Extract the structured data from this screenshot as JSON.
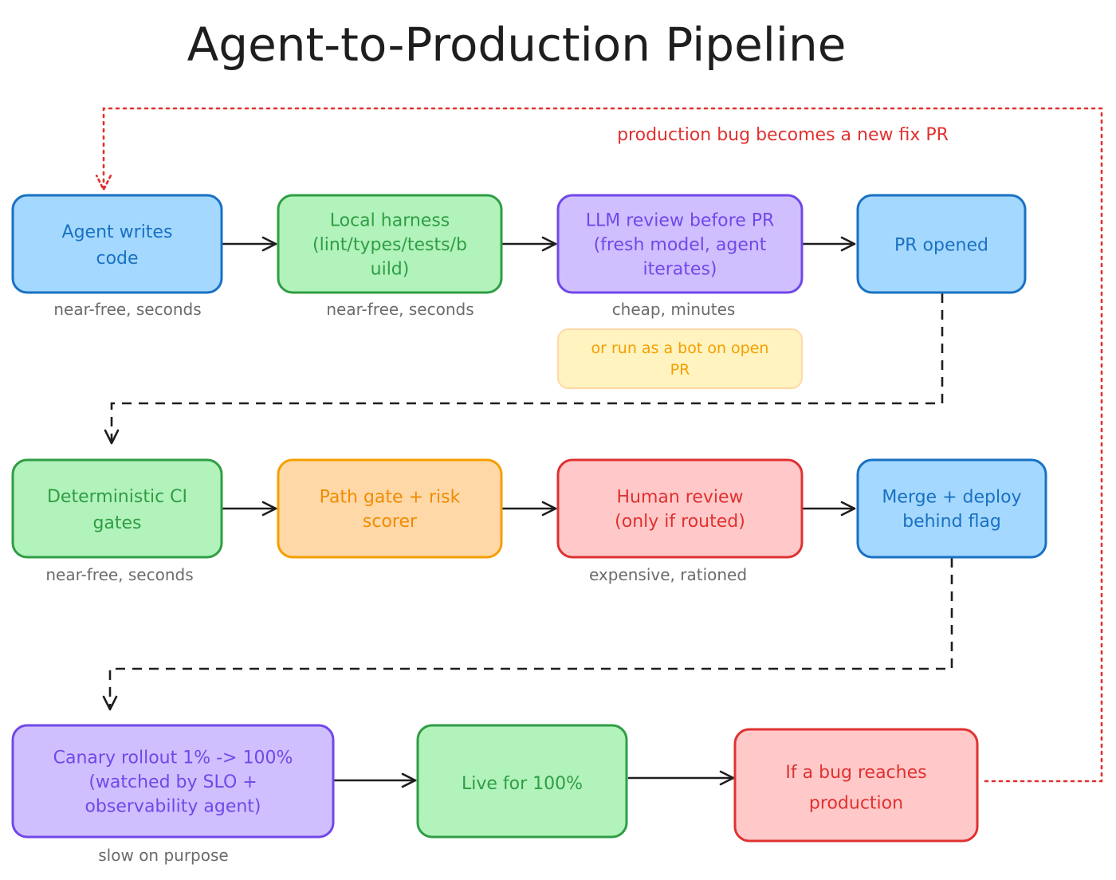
{
  "title": "Agent-to-Production Pipeline",
  "feedback_label": "production bug becomes a new fix PR",
  "colors": {
    "blue": {
      "fill": "#a5d8ff",
      "stroke": "#1971c2",
      "text": "#1971c2"
    },
    "green": {
      "fill": "#b2f2bb",
      "stroke": "#2f9e44",
      "text": "#2f9e44"
    },
    "violet": {
      "fill": "#d0bfff",
      "stroke": "#7048e8",
      "text": "#7048e8"
    },
    "orange": {
      "fill": "#ffd8a8",
      "stroke": "#f59f00",
      "text": "#f08c00"
    },
    "red": {
      "fill": "#ffc9c9",
      "stroke": "#e03131",
      "text": "#e03131"
    },
    "note": {
      "fill": "#fff3bf",
      "stroke": "#ffd8a8",
      "text": "#f59f00"
    },
    "loop": "#e03131"
  },
  "nodes": [
    {
      "id": "agent-writes-code",
      "lines": [
        "Agent writes",
        "code"
      ],
      "color": "blue",
      "caption": "near-free, seconds"
    },
    {
      "id": "local-harness",
      "lines": [
        "Local harness",
        "(lint/types/tests/b",
        "uild)"
      ],
      "color": "green",
      "caption": "near-free, seconds"
    },
    {
      "id": "llm-review",
      "lines": [
        "LLM review before PR",
        "(fresh model, agent",
        "iterates)"
      ],
      "color": "violet",
      "caption": "cheap, minutes"
    },
    {
      "id": "pr-opened",
      "lines": [
        "PR opened"
      ],
      "color": "blue",
      "caption": ""
    },
    {
      "id": "deterministic-ci",
      "lines": [
        "Deterministic CI",
        "gates"
      ],
      "color": "green",
      "caption": "near-free, seconds"
    },
    {
      "id": "path-gate",
      "lines": [
        "Path gate + risk",
        "scorer"
      ],
      "color": "orange",
      "caption": ""
    },
    {
      "id": "human-review",
      "lines": [
        "Human review",
        "(only if routed)"
      ],
      "color": "red",
      "caption": "expensive, rationed"
    },
    {
      "id": "merge-deploy",
      "lines": [
        "Merge + deploy",
        "behind flag"
      ],
      "color": "blue",
      "caption": ""
    },
    {
      "id": "canary-rollout",
      "lines": [
        "Canary rollout 1% -> 100%",
        "(watched by SLO +",
        "observability agent)"
      ],
      "color": "violet",
      "caption": "slow on purpose"
    },
    {
      "id": "live",
      "lines": [
        "Live for 100%"
      ],
      "color": "green",
      "caption": ""
    },
    {
      "id": "bug-reaches-prod",
      "lines": [
        "If a bug reaches",
        "production"
      ],
      "color": "red",
      "caption": ""
    }
  ],
  "side_note": {
    "lines": [
      "or run as a bot on open",
      "PR"
    ]
  }
}
